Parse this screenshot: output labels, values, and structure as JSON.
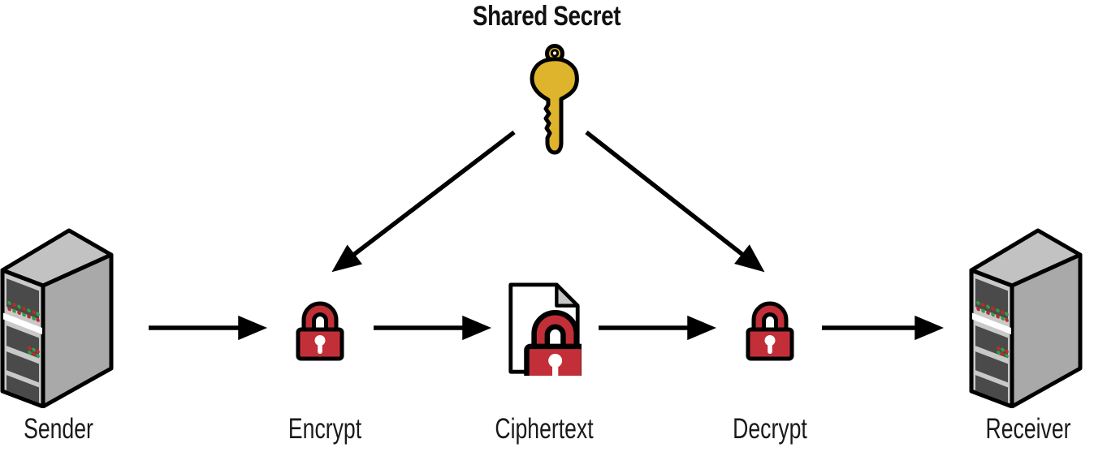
{
  "diagram": {
    "title": "Shared Secret",
    "key": {
      "icon": "key-icon",
      "attached_to": [
        "encrypt",
        "decrypt"
      ]
    },
    "nodes": [
      {
        "id": "sender",
        "label": "Sender",
        "icon": "server-icon"
      },
      {
        "id": "encrypt",
        "label": "Encrypt",
        "icon": "padlock-icon"
      },
      {
        "id": "ciphertext",
        "label": "Ciphertext",
        "icon": "locked-document-icon"
      },
      {
        "id": "decrypt",
        "label": "Decrypt",
        "icon": "padlock-icon"
      },
      {
        "id": "receiver",
        "label": "Receiver",
        "icon": "server-icon"
      }
    ],
    "flow_arrows": [
      {
        "from": "sender",
        "to": "encrypt"
      },
      {
        "from": "encrypt",
        "to": "ciphertext"
      },
      {
        "from": "ciphertext",
        "to": "decrypt"
      },
      {
        "from": "decrypt",
        "to": "receiver"
      },
      {
        "from": "shared-secret-key",
        "to": "encrypt"
      },
      {
        "from": "shared-secret-key",
        "to": "decrypt"
      }
    ],
    "colors": {
      "background": "#FFFFFF",
      "outline": "#000000",
      "key_gold": "#DDB42C",
      "lock_red": "#C22F38",
      "lock_keyhole": "#FFFFFF",
      "server_front": "#C9C9C9",
      "server_side": "#A9A9A9",
      "server_top": "#C2C2C2",
      "server_slot": "#4A4A4A",
      "led_red": "#C1272D",
      "led_green": "#2F9E41",
      "document_fill": "#FFFFFF",
      "document_fold": "#C5C5C5",
      "text": "#1A1A1A"
    }
  }
}
